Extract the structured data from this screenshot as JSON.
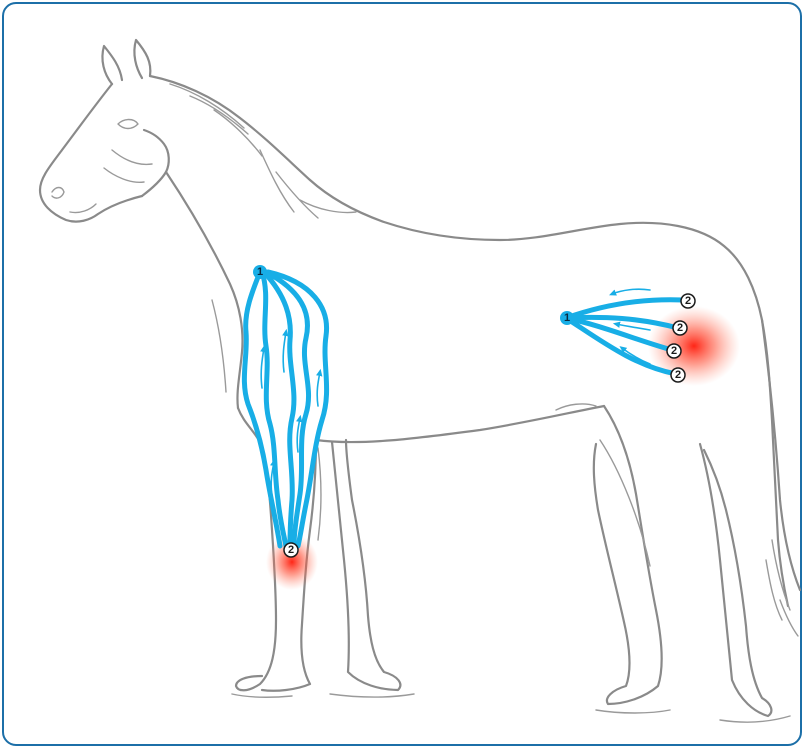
{
  "colors": {
    "frame": "#1c6fa8",
    "vessel": "#18aee6",
    "inflammation": "#ff2a1a",
    "outline": "#8a8a8a"
  },
  "markers": {
    "leg_source": "1",
    "leg_target": "2",
    "hip_source": "1",
    "hip_targets": [
      "2",
      "2",
      "2",
      "2"
    ]
  }
}
